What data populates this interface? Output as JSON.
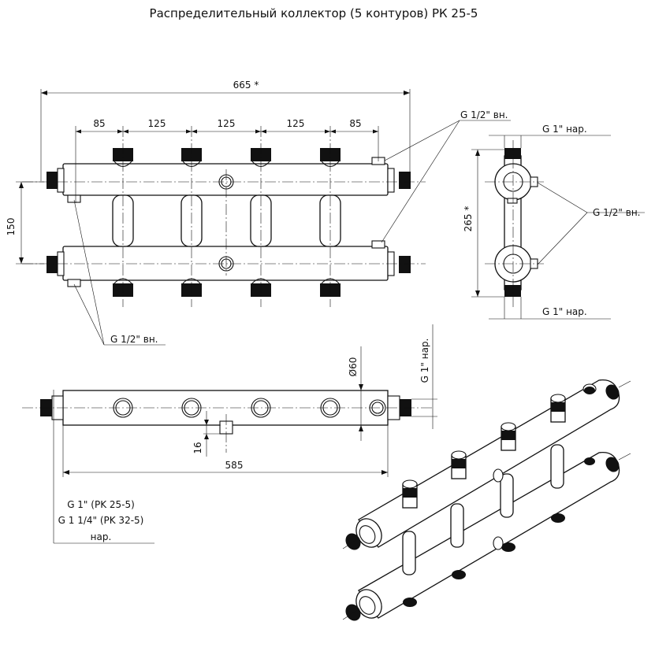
{
  "title": "Распределительный коллектор (5 контуров) РК 25-5",
  "front_view": {
    "overall_length": "665 *",
    "spacing_edge_left": "85",
    "spacing_1": "125",
    "spacing_2": "125",
    "spacing_3": "125",
    "spacing_edge_right": "85",
    "height_between_axes": "150",
    "callout_top_right": "G 1/2\" вн.",
    "callout_bottom_left": "G 1/2\" вн."
  },
  "side_view": {
    "top_label": "G 1\" нар.",
    "height": "265 *",
    "callout_right": "G 1/2\" вн.",
    "bottom_label": "G 1\" нар."
  },
  "top_view": {
    "diameter": "Ø60",
    "thread_label": "G 1\" нар.",
    "offset": "16",
    "length": "585",
    "note_line1": "G 1\" (PK 25-5)",
    "note_line2": "G 1 1/4\" (PK 32-5)",
    "note_line3": "нар."
  },
  "iso_view": {
    "type": "isometric"
  }
}
